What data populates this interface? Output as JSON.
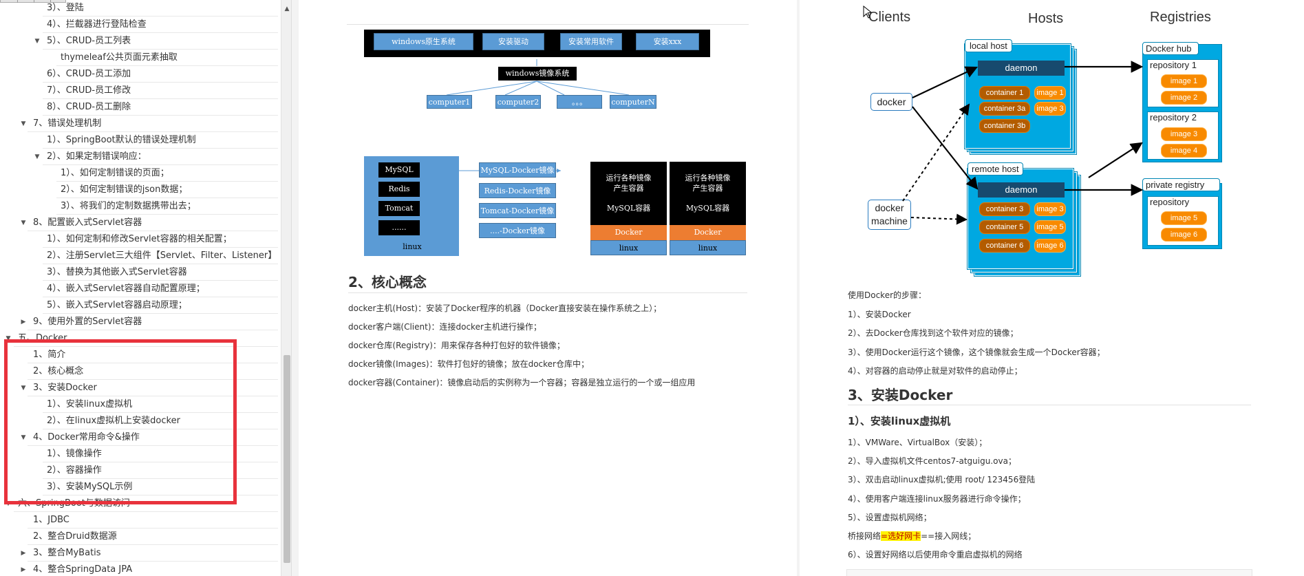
{
  "sidebar": {
    "items": [
      {
        "label": "3）、登陆",
        "indent": 3,
        "arrow": ""
      },
      {
        "label": "4）、拦截器进行登陆检查",
        "indent": 3,
        "arrow": ""
      },
      {
        "label": "5）、CRUD-员工列表",
        "indent": 3,
        "arrow": "▼"
      },
      {
        "label": "thymeleaf公共页面元素抽取",
        "indent": 4,
        "arrow": ""
      },
      {
        "label": "6）、CRUD-员工添加",
        "indent": 3,
        "arrow": ""
      },
      {
        "label": "7）、CRUD-员工修改",
        "indent": 3,
        "arrow": ""
      },
      {
        "label": "8）、CRUD-员工删除",
        "indent": 3,
        "arrow": ""
      },
      {
        "label": "7、错误处理机制",
        "indent": 2,
        "arrow": "▼"
      },
      {
        "label": "1）、SpringBoot默认的错误处理机制",
        "indent": 3,
        "arrow": ""
      },
      {
        "label": "2）、如果定制错误响应：",
        "indent": 3,
        "arrow": "▼"
      },
      {
        "label": "1）、如何定制错误的页面；",
        "indent": 4,
        "arrow": ""
      },
      {
        "label": "2）、如何定制错误的json数据；",
        "indent": 4,
        "arrow": ""
      },
      {
        "label": "3）、将我们的定制数据携带出去；",
        "indent": 4,
        "arrow": ""
      },
      {
        "label": "8、配置嵌入式Servlet容器",
        "indent": 2,
        "arrow": "▼"
      },
      {
        "label": "1）、如何定制和修改Servlet容器的相关配置；",
        "indent": 3,
        "arrow": ""
      },
      {
        "label": "2）、注册Servlet三大组件【Servlet、Filter、Listener】",
        "indent": 3,
        "arrow": ""
      },
      {
        "label": "3）、替换为其他嵌入式Servlet容器",
        "indent": 3,
        "arrow": ""
      },
      {
        "label": "4）、嵌入式Servlet容器自动配置原理；",
        "indent": 3,
        "arrow": ""
      },
      {
        "label": "5）、嵌入式Servlet容器启动原理；",
        "indent": 3,
        "arrow": ""
      },
      {
        "label": "9、使用外置的Servlet容器",
        "indent": 2,
        "arrow": "▶"
      },
      {
        "label": "五、Docker",
        "indent": 1,
        "arrow": "▼"
      },
      {
        "label": "1、简介",
        "indent": 2,
        "arrow": ""
      },
      {
        "label": "2、核心概念",
        "indent": 2,
        "arrow": ""
      },
      {
        "label": "3、安装Docker",
        "indent": 2,
        "arrow": "▼"
      },
      {
        "label": "1）、安装linux虚拟机",
        "indent": 3,
        "arrow": ""
      },
      {
        "label": "2）、在linux虚拟机上安装docker",
        "indent": 3,
        "arrow": ""
      },
      {
        "label": "4、Docker常用命令&操作",
        "indent": 2,
        "arrow": "▼"
      },
      {
        "label": "1）、镜像操作",
        "indent": 3,
        "arrow": ""
      },
      {
        "label": "2）、容器操作",
        "indent": 3,
        "arrow": ""
      },
      {
        "label": "3）、安装MySQL示例",
        "indent": 3,
        "arrow": ""
      },
      {
        "label": "六、SpringBoot与数据访问",
        "indent": 1,
        "arrow": "▼"
      },
      {
        "label": "1、JDBC",
        "indent": 2,
        "arrow": ""
      },
      {
        "label": "2、整合Druid数据源",
        "indent": 2,
        "arrow": ""
      },
      {
        "label": "3、整合MyBatis",
        "indent": 2,
        "arrow": "▶"
      },
      {
        "label": "4、整合SpringData JPA",
        "indent": 2,
        "arrow": "▶"
      }
    ],
    "scroll_up_glyph": "▲"
  },
  "mid": {
    "diagram1": {
      "top_boxes": [
        "windows原生系统",
        "安装驱动",
        "安装常用软件",
        "安装xxx"
      ],
      "image_sys": "windows镜像系统",
      "computers": [
        "computer1",
        "computer2",
        "。。。",
        "computerN"
      ]
    },
    "diagram2": {
      "left_items": [
        "MySQL",
        "Redis",
        "Tomcat",
        "......"
      ],
      "left_footer": "linux",
      "mirrors": [
        "MySQL-Docker镜像",
        "Redis-Docker镜像",
        "Tomcat-Docker镜像",
        "....-Docker镜像"
      ],
      "runtime_title": "运行各种镜像\n产生容器",
      "runtime_container": "MySQL容器",
      "runtime_docker": "Docker",
      "runtime_linux": "linux"
    },
    "heading": "2、核心概念",
    "paragraphs": [
      "docker主机(Host)：安装了Docker程序的机器（Docker直接安装在操作系统之上）；",
      "docker客户端(Client)：连接docker主机进行操作；",
      "docker仓库(Registry)：用来保存各种打包好的软件镜像；",
      "docker镜像(Images)：软件打包好的镜像；放在docker仓库中；",
      "docker容器(Container)：镜像启动后的实例称为一个容器；容器是独立运行的一个或一组应用"
    ]
  },
  "right": {
    "arch": {
      "col_clients": "Clients",
      "col_hosts": "Hosts",
      "col_registries": "Registries",
      "client_docker": "docker",
      "client_machine": "docker\nmachine",
      "local_host": "local host",
      "remote_host": "remote host",
      "daemon": "daemon",
      "local_containers": [
        "container 1",
        "container 3a",
        "container 3b"
      ],
      "local_images": [
        "image 1",
        "image 3"
      ],
      "remote_containers": [
        "container 3",
        "container 5",
        "container 6"
      ],
      "remote_images": [
        "image 3",
        "image 5",
        "image 6"
      ],
      "docker_hub": "Docker hub",
      "repo1": "repository 1",
      "repo1_images": [
        "image 1",
        "image 2"
      ],
      "repo2": "repository 2",
      "repo2_images": [
        "image 3",
        "image 4"
      ],
      "private_registry": "private registry",
      "repo3": "repository",
      "repo3_images": [
        "image 5",
        "image 6"
      ]
    },
    "steps_intro": "使用Docker的步骤：",
    "steps": [
      "1）、安装Docker",
      "2）、去Docker仓库找到这个软件对应的镜像；",
      "3）、使用Docker运行这个镜像，这个镜像就会生成一个Docker容器；",
      "4）、对容器的启动停止就是对软件的启动停止；"
    ],
    "heading": "3、安装Docker",
    "subheading": "1）、安装linux虚拟机",
    "install_steps": [
      "1）、VMWare、VirtualBox（安装）；",
      "2）、导入虚拟机文件centos7-atguigu.ova；",
      "3）、双击启动linux虚拟机;使用 root/ 123456登陆",
      "4）、使用客户端连接linux服务器进行命令操作；",
      "5）、设置虚拟机网络；"
    ],
    "bridge_pre": "桥接网络",
    "bridge_mark": "=选好网卡",
    "bridge_post": "==接入网线；",
    "step6": "6）、设置好网络以后使用命令重启虚拟机的网络"
  }
}
